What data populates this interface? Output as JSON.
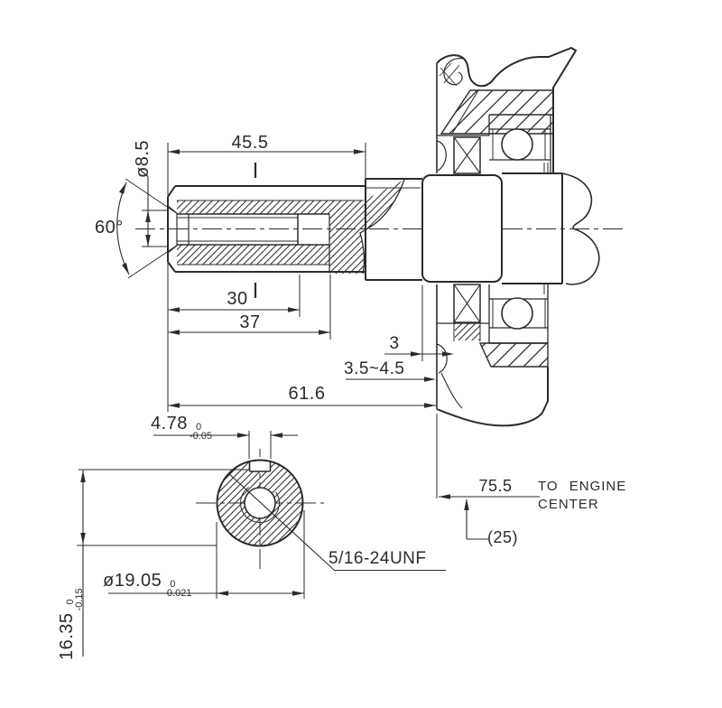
{
  "colors": {
    "line": "#2b2b2b",
    "background": "#ffffff"
  },
  "side_view": {
    "dim_usable_length": "45.5",
    "dim_hole_diameter": "ø8.5",
    "dim_countersink_angle": "60°",
    "dim_thread_depth": "30",
    "dim_hole_depth": "37",
    "dim_step": "3",
    "dim_mount_range": "3.5~4.5",
    "dim_total_length": "61.6"
  },
  "engine_ref": {
    "dim_to_center": "75.5",
    "label_line1": "TO ENGINE",
    "label_line2": "CENTER",
    "dim_reference": "(25)"
  },
  "section_view": {
    "keyway_width": {
      "value": "4.78",
      "tol_upper": "0",
      "tol_lower": "-0.05"
    },
    "shaft_diameter": {
      "value": "ø19.05",
      "tol_upper": "0",
      "tol_lower": "-0.021"
    },
    "keyway_depth": {
      "value": "16.35",
      "tol_upper": "0",
      "tol_lower": "-0.15"
    },
    "thread_spec": "5/16-24UNF"
  }
}
